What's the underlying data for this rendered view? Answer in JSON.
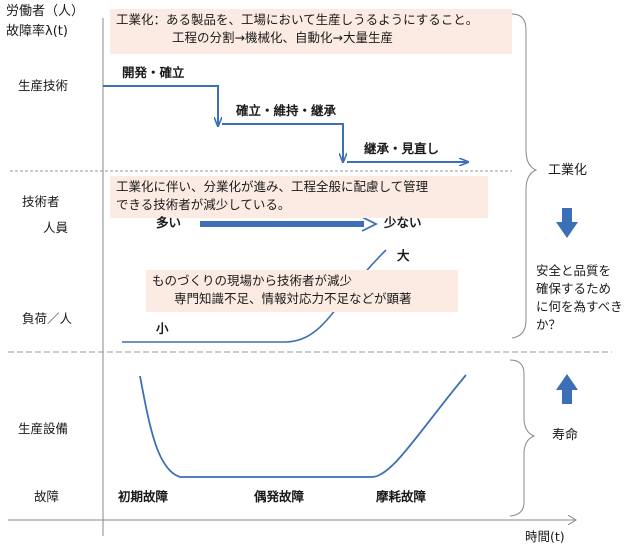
{
  "axis": {
    "y_label_1": "労働者（人）",
    "y_label_2": "故障率λ(t)",
    "x_label": "時間(t)"
  },
  "rows": {
    "production_tech": "生産技術",
    "engineers": "技術者",
    "personnel": "人員",
    "load_per_person": "負荷／人",
    "production_equipment": "生産設備",
    "failure": "故障"
  },
  "notes": {
    "industrialization_line1": "工業化：ある製品を、工場において生産しうるようにすること。",
    "industrialization_line2": "工程の分割→機械化、自動化→大量生産",
    "engineers_line1": "工業化に伴い、分業化が進み、工程全般に配慮して管理",
    "engineers_line2": "できる技術者が減少している。",
    "manufacturing_line1": "ものづくりの現場から技術者が減少",
    "manufacturing_line2": "専門知識不足、情報対応力不足などが顕著"
  },
  "steps": {
    "step1": "開発・確立",
    "step2": "確立・維持・継承",
    "step3": "継承・見直し"
  },
  "personnel": {
    "many": "多い",
    "few": "少ない"
  },
  "load": {
    "small": "小",
    "large": "大"
  },
  "failure_phases": {
    "early": "初期故障",
    "random": "偶発故障",
    "wearout": "摩耗故障"
  },
  "side": {
    "industrialization": "工業化",
    "question": "安全と品質を確保するために何を為すべきか？",
    "lifespan": "寿命"
  },
  "colors": {
    "arrow_blue": "#3d6fb6",
    "note_bg": "#fcebe2",
    "axis_gray": "#888888"
  }
}
